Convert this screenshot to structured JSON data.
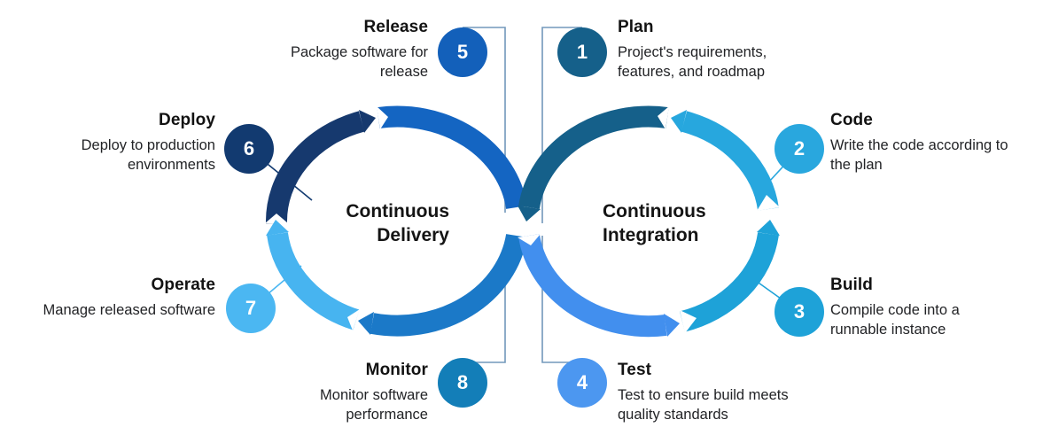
{
  "diagram": {
    "left_loop_label": {
      "line1": "Continuous",
      "line2": "Delivery"
    },
    "right_loop_label": {
      "line1": "Continuous",
      "line2": "Integration"
    }
  },
  "stages": [
    {
      "number": "1",
      "title": "Plan",
      "description": "Project's requirements, features, and roadmap",
      "color": "#15608a"
    },
    {
      "number": "2",
      "title": "Code",
      "description": "Write the code according to the plan",
      "color": "#29a7de"
    },
    {
      "number": "3",
      "title": "Build",
      "description": "Compile code into a runnable instance",
      "color": "#1ea2d8"
    },
    {
      "number": "4",
      "title": "Test",
      "description": "Test to ensure build meets quality standards",
      "color": "#4c97f0"
    },
    {
      "number": "5",
      "title": "Release",
      "description": "Package software for release",
      "color": "#1360ba"
    },
    {
      "number": "6",
      "title": "Deploy",
      "description": "Deploy to production environments",
      "color": "#123a70"
    },
    {
      "number": "7",
      "title": "Operate",
      "description": "Manage released software",
      "color": "#4bb7f2"
    },
    {
      "number": "8",
      "title": "Monitor",
      "description": "Monitor software performance",
      "color": "#137eb8"
    }
  ],
  "colors": {
    "segment_left_navy": "#16396e",
    "segment_left_blue": "#1465c2",
    "segment_left_medium_blue": "#1b79c8",
    "segment_left_light_blue": "#47b4f0",
    "segment_right_teal": "#15608a",
    "segment_right_cyan_top": "#27a7de",
    "segment_right_cyan_bottom": "#1ea2d8",
    "segment_right_azure": "#428fee",
    "connector": "#7298bb",
    "background": "#ffffff"
  }
}
